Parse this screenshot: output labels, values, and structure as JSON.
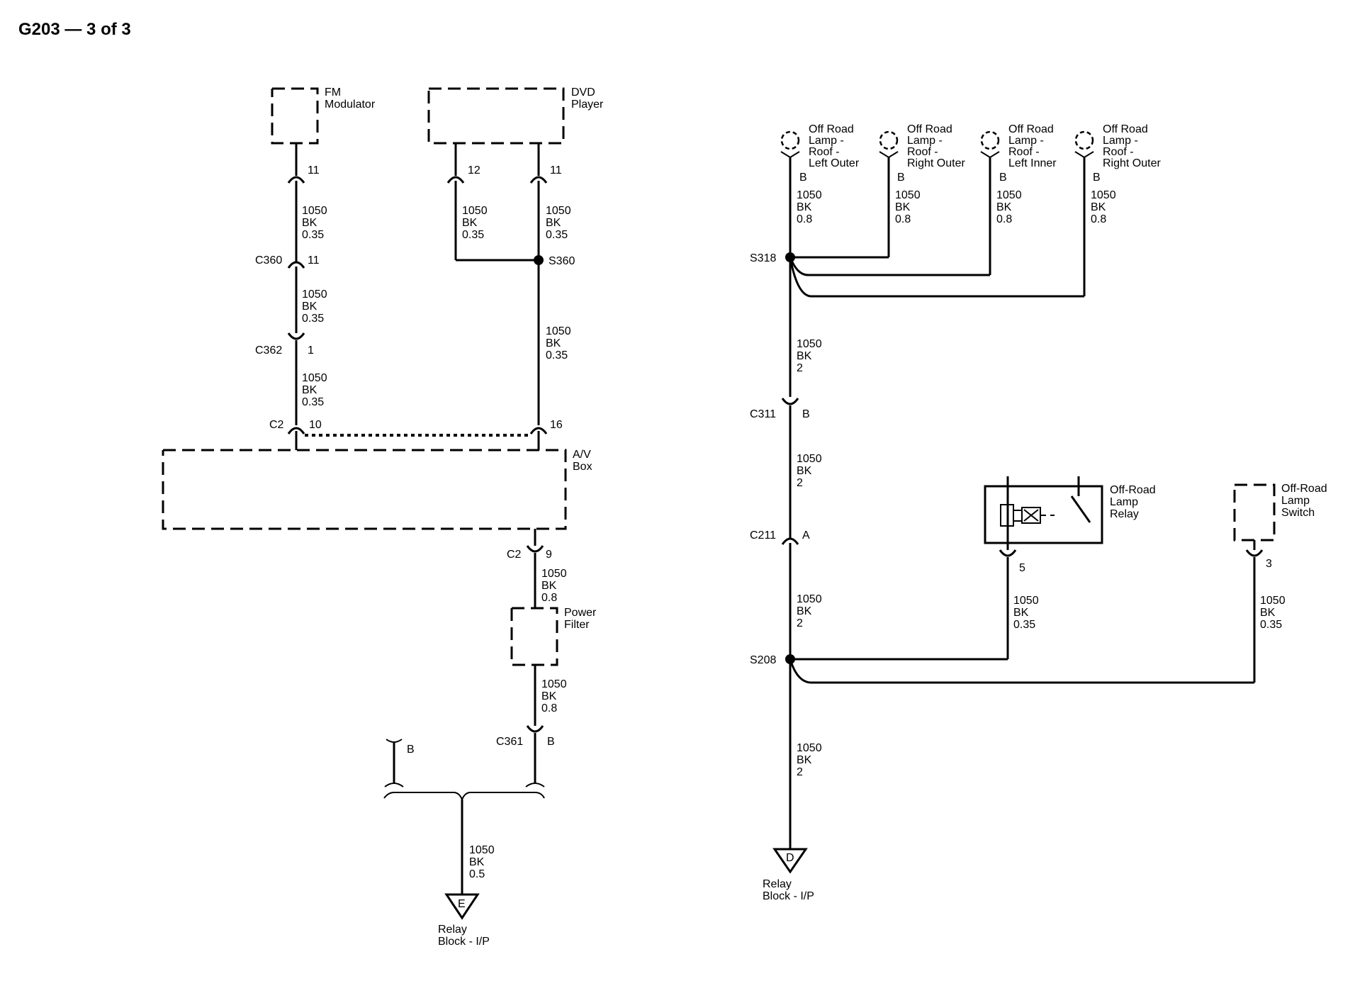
{
  "title": "G203 — 3 of 3",
  "components": {
    "fm_modulator": [
      "FM",
      "Modulator"
    ],
    "dvd_player": [
      "DVD",
      "Player"
    ],
    "av_box": [
      "A/V",
      "Box"
    ],
    "power_filter": [
      "Power",
      "Filter"
    ],
    "lamp_left_outer": [
      "Off Road",
      "Lamp -",
      "Roof -",
      "Left Outer"
    ],
    "lamp_right_outer_1": [
      "Off Road",
      "Lamp -",
      "Roof -",
      "Right Outer"
    ],
    "lamp_left_inner": [
      "Off Road",
      "Lamp -",
      "Roof -",
      "Left Inner"
    ],
    "lamp_right_outer_2": [
      "Off Road",
      "Lamp -",
      "Roof -",
      "Right Outer"
    ],
    "relay": [
      "Off-Road",
      "Lamp",
      "Relay"
    ],
    "switch": [
      "Off-Road",
      "Lamp",
      "Switch"
    ]
  },
  "grounds": {
    "e": {
      "letter": "E",
      "label": [
        "Relay",
        "Block - I/P"
      ]
    },
    "d": {
      "letter": "D",
      "label": [
        "Relay",
        "Block - I/P"
      ]
    }
  },
  "connectors": {
    "c360": "C360",
    "c362": "C362",
    "c2_top": "C2",
    "c2_bottom": "C2",
    "c361": "C361",
    "c311": "C311",
    "c211": "C211"
  },
  "splices": {
    "s360": "S360",
    "s318": "S318",
    "s208": "S208"
  },
  "pins": {
    "fm_11": "11",
    "dvd_12": "12",
    "dvd_11": "11",
    "c360_11": "11",
    "c362_1": "1",
    "c2_10": "10",
    "c2_16": "16",
    "c2_9": "9",
    "c361_b": "B",
    "stub_b": "B",
    "lamp1_b": "B",
    "lamp2_b": "B",
    "lamp3_b": "B",
    "lamp4_b": "B",
    "c311_b": "B",
    "c211_a": "A",
    "relay_5": "5",
    "switch_3": "3"
  },
  "wires": {
    "w_fm1": [
      "1050",
      "BK",
      "0.35"
    ],
    "w_fm2": [
      "1050",
      "BK",
      "0.35"
    ],
    "w_fm3": [
      "1050",
      "BK",
      "0.35"
    ],
    "w_dvd12": [
      "1050",
      "BK",
      "0.35"
    ],
    "w_dvd11": [
      "1050",
      "BK",
      "0.35"
    ],
    "w_s360": [
      "1050",
      "BK",
      "0.35"
    ],
    "w_c2": [
      "1050",
      "BK",
      "0.8"
    ],
    "w_pf": [
      "1050",
      "BK",
      "0.8"
    ],
    "w_e": [
      "1050",
      "BK",
      "0.5"
    ],
    "w_l1": [
      "1050",
      "BK",
      "0.8"
    ],
    "w_l2": [
      "1050",
      "BK",
      "0.8"
    ],
    "w_l3": [
      "1050",
      "BK",
      "0.8"
    ],
    "w_l4": [
      "1050",
      "BK",
      "0.8"
    ],
    "w_s318": [
      "1050",
      "BK",
      "2"
    ],
    "w_c311": [
      "1050",
      "BK",
      "2"
    ],
    "w_c211": [
      "1050",
      "BK",
      "2"
    ],
    "w_relay": [
      "1050",
      "BK",
      "0.35"
    ],
    "w_switch": [
      "1050",
      "BK",
      "0.35"
    ],
    "w_s208": [
      "1050",
      "BK",
      "2"
    ]
  }
}
